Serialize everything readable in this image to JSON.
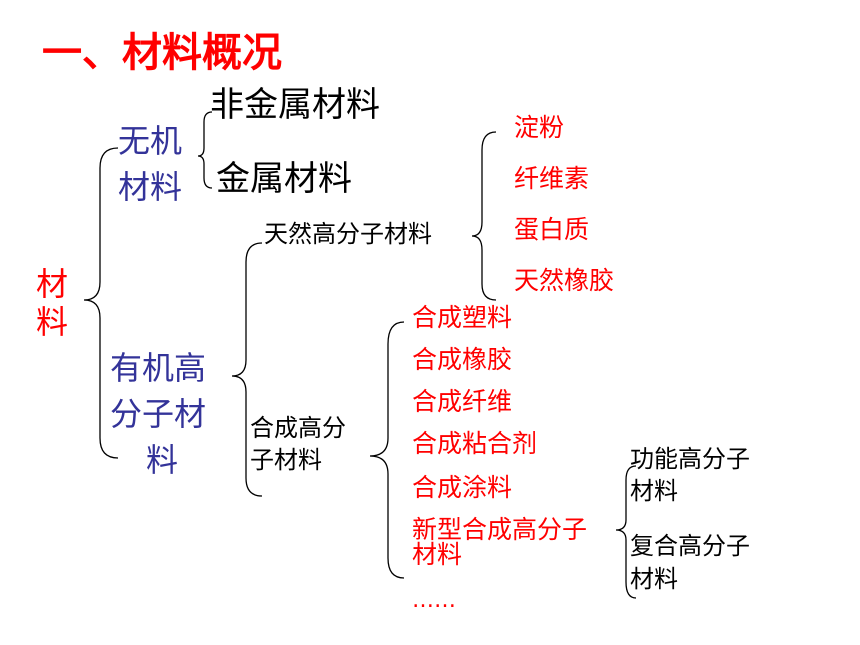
{
  "title": "一、材料概况",
  "root": {
    "line1": "材",
    "line2": "料"
  },
  "inorganic": {
    "label_line1": "无机",
    "label_line2": "材料",
    "items": [
      "非金属材料",
      "金属材料"
    ]
  },
  "organic": {
    "label_line1": "有机高",
    "label_line2": "分子材",
    "label_line3": "料"
  },
  "natural": {
    "label": "天然高分子材料",
    "items": [
      "淀粉",
      "纤维素",
      "蛋白质",
      "天然橡胶"
    ]
  },
  "synthetic": {
    "label_line1": "合成高分",
    "label_line2": "子材料",
    "items": [
      "合成塑料",
      "合成橡胶",
      "合成纤维",
      "合成粘合剂",
      "合成涂料"
    ],
    "new_line1": "新型合成高分子",
    "new_line2": "材料",
    "ellipsis": "……"
  },
  "new_types": {
    "functional_line1": "功能高分子",
    "functional_line2": "材料",
    "composite_line1": "复合高分子",
    "composite_line2": "材料"
  },
  "colors": {
    "red": "#ff0000",
    "blue": "#333399",
    "black": "#000000"
  }
}
